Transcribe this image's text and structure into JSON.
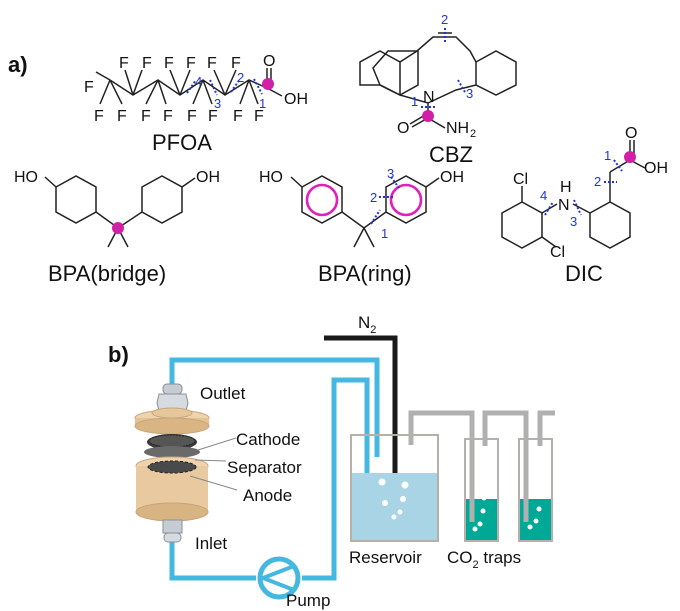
{
  "panel_a": {
    "label": "a)",
    "molecules": [
      {
        "name": "PFOA",
        "atoms": {
          "F": "F",
          "O": "O",
          "OH": "OH"
        },
        "cleavage_sites": [
          "1",
          "2",
          "3",
          "4"
        ]
      },
      {
        "name": "CBZ",
        "atoms": {
          "N": "N",
          "O": "O",
          "NH2": "NH",
          "sub2": "2"
        },
        "cleavage_sites": [
          "1",
          "2",
          "3"
        ]
      },
      {
        "name": "BPA(bridge)",
        "atoms": {
          "HO": "HO",
          "OH": "OH"
        },
        "cleavage_sites": []
      },
      {
        "name": "BPA(ring)",
        "atoms": {
          "HO": "HO",
          "OH": "OH"
        },
        "cleavage_sites": [
          "1",
          "2",
          "3"
        ]
      },
      {
        "name": "DIC",
        "atoms": {
          "Cl": "Cl",
          "H": "H",
          "N": "N",
          "O": "O",
          "OH": "OH"
        },
        "cleavage_sites": [
          "1",
          "2",
          "3",
          "4"
        ]
      }
    ],
    "colors": {
      "attack_site": "#d21fa8",
      "cleavage_lines": "#2233dd"
    }
  },
  "panel_b": {
    "label": "b)",
    "gas_inlet": {
      "text": "N",
      "sub": "2"
    },
    "cell_labels": {
      "outlet": "Outlet",
      "cathode": "Cathode",
      "separator": "Separator",
      "anode": "Anode",
      "inlet": "Inlet"
    },
    "pump": "Pump",
    "reservoir": "Reservoir",
    "traps": {
      "prefix": "CO",
      "sub": "2",
      "suffix": " traps"
    },
    "colors": {
      "tubing": "#45b8e2",
      "gas_line": "#1a1a1a",
      "exhaust": "#b0b0b0",
      "reservoir_liquid": "#a8d4e6",
      "trap_liquid": "#00a896",
      "cell_body": "#e8c9a0"
    }
  }
}
